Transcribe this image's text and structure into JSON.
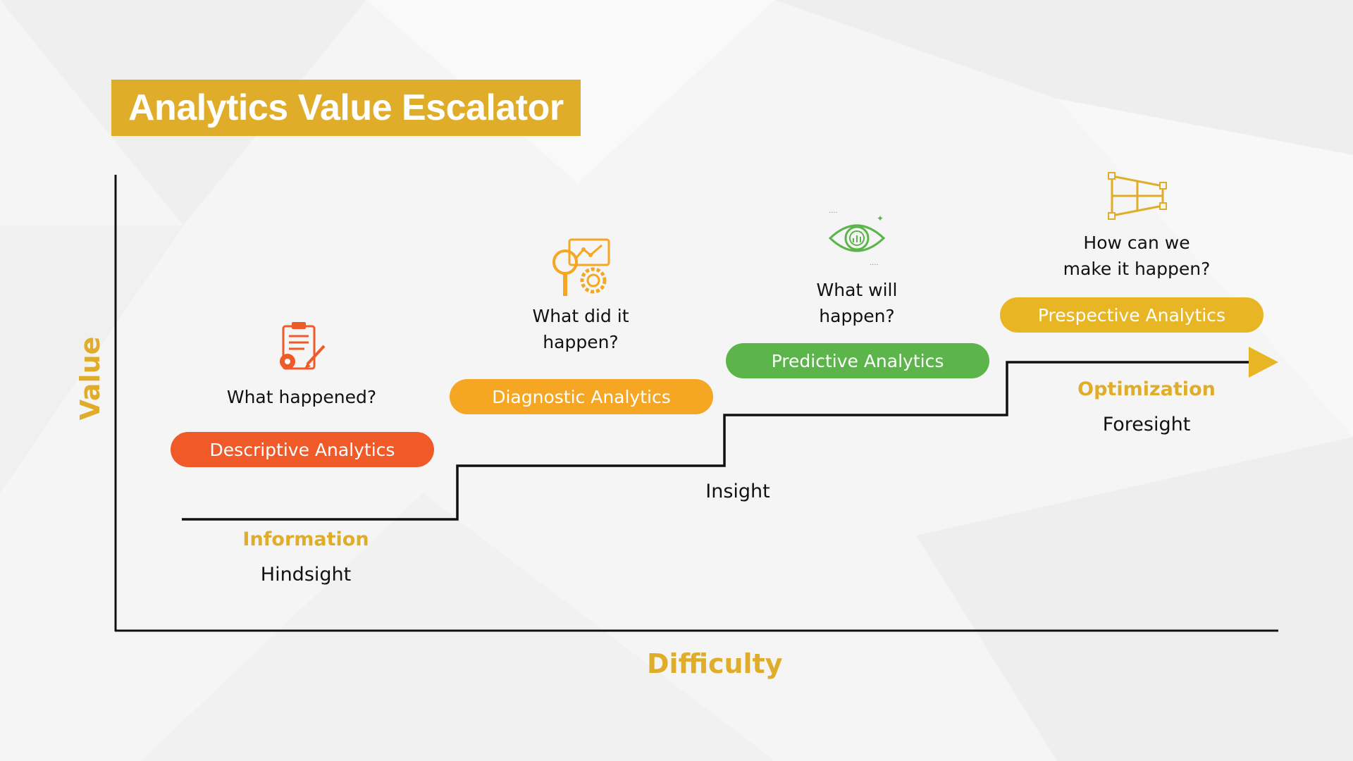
{
  "title": "Analytics Value Escalator",
  "axes": {
    "y_label": "Value",
    "x_label": "Difficulty"
  },
  "colors": {
    "gold": "#dfad2a",
    "descriptive": "#f05a28",
    "diagnostic": "#f5a623",
    "predictive": "#5cb54a",
    "prescriptive": "#e8b624"
  },
  "stages": [
    {
      "analytics": "Descriptive Analytics",
      "question": "What happened?",
      "label": "Information",
      "sub": "Hindsight",
      "icon": "clipboard-gear-icon"
    },
    {
      "analytics": "Diagnostic Analytics",
      "question": "What did it\nhappen?",
      "label": "",
      "sub": "",
      "icon": "chart-magnifier-gear-icon"
    },
    {
      "analytics": "Predictive Analytics",
      "question": "What will\nhappen?",
      "label": "",
      "sub": "Insight",
      "icon": "eye-chart-icon"
    },
    {
      "analytics": "Prespective Analytics",
      "question": "How can we\nmake it happen?",
      "label": "Optimization",
      "sub": "Foresight",
      "icon": "grid-frame-icon"
    }
  ]
}
